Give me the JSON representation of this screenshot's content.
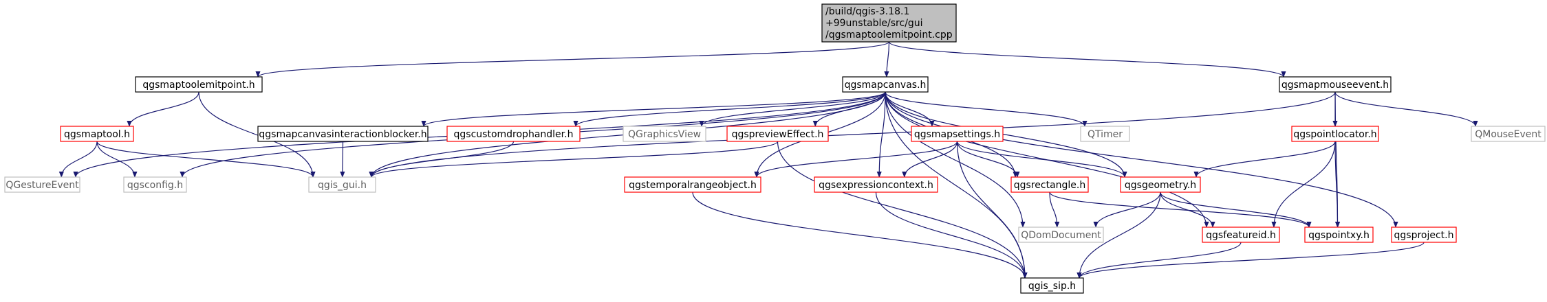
{
  "colors": {
    "edge": "#191970",
    "black_border": "#000000",
    "red_border": "#ff0000",
    "gray_border": "#bfbfbf",
    "root_fill": "#bfbfbf",
    "gray_text": "#606060",
    "text": "#000000"
  },
  "nodes": [
    {
      "id": "root",
      "lines": [
        "/build/qgis-3.18.1",
        "+99unstable/src/gui",
        "/qgsmaptoolemitpoint.cpp"
      ],
      "style": "root"
    },
    {
      "id": "qgsmaptoolemitpoint_h",
      "lines": [
        "qgsmaptoolemitpoint.h"
      ],
      "style": "black"
    },
    {
      "id": "qgsmapcanvas_h",
      "lines": [
        "qgsmapcanvas.h"
      ],
      "style": "black"
    },
    {
      "id": "qgsmapmouseevent_h",
      "lines": [
        "qgsmapmouseevent.h"
      ],
      "style": "black"
    },
    {
      "id": "qgsmaptool_h",
      "lines": [
        "qgsmaptool.h"
      ],
      "style": "red"
    },
    {
      "id": "qgsmapcanvasinteractionblocker_h",
      "lines": [
        "qgsmapcanvasinteractionblocker.h"
      ],
      "style": "black"
    },
    {
      "id": "qgscustomdrophandler_h",
      "lines": [
        "qgscustomdrophandler.h"
      ],
      "style": "red"
    },
    {
      "id": "QGraphicsView",
      "lines": [
        "QGraphicsView"
      ],
      "style": "gray"
    },
    {
      "id": "qgspreviewEffect_h",
      "lines": [
        "qgspreviewEffect.h"
      ],
      "style": "red"
    },
    {
      "id": "qgsmapsettings_h",
      "lines": [
        "qgsmapsettings.h"
      ],
      "style": "red"
    },
    {
      "id": "QTimer",
      "lines": [
        "QTimer"
      ],
      "style": "gray"
    },
    {
      "id": "qgspointlocator_h",
      "lines": [
        "qgspointlocator.h"
      ],
      "style": "red"
    },
    {
      "id": "QMouseEvent",
      "lines": [
        "QMouseEvent"
      ],
      "style": "gray"
    },
    {
      "id": "QGestureEvent",
      "lines": [
        "QGestureEvent"
      ],
      "style": "gray"
    },
    {
      "id": "qgsconfig_h",
      "lines": [
        "qgsconfig.h"
      ],
      "style": "gray"
    },
    {
      "id": "qgis_gui_h",
      "lines": [
        "qgis_gui.h"
      ],
      "style": "gray"
    },
    {
      "id": "qgstemporalrangeobject_h",
      "lines": [
        "qgstemporalrangeobject.h"
      ],
      "style": "red"
    },
    {
      "id": "qgsexpressioncontext_h",
      "lines": [
        "qgsexpressioncontext.h"
      ],
      "style": "red"
    },
    {
      "id": "qgsrectangle_h",
      "lines": [
        "qgsrectangle.h"
      ],
      "style": "red"
    },
    {
      "id": "qgsgeometry_h",
      "lines": [
        "qgsgeometry.h"
      ],
      "style": "red"
    },
    {
      "id": "QDomDocument",
      "lines": [
        "QDomDocument"
      ],
      "style": "gray"
    },
    {
      "id": "qgsfeatureid_h",
      "lines": [
        "qgsfeatureid.h"
      ],
      "style": "red"
    },
    {
      "id": "qgspointxy_h",
      "lines": [
        "qgspointxy.h"
      ],
      "style": "red"
    },
    {
      "id": "qgsproject_h",
      "lines": [
        "qgsproject.h"
      ],
      "style": "red"
    },
    {
      "id": "qgis_sip_h",
      "lines": [
        "qgis_sip.h"
      ],
      "style": "black"
    }
  ],
  "edges": [
    [
      "root",
      "qgsmaptoolemitpoint_h"
    ],
    [
      "root",
      "qgsmapcanvas_h"
    ],
    [
      "root",
      "qgsmapmouseevent_h"
    ],
    [
      "qgsmaptoolemitpoint_h",
      "qgsmaptool_h"
    ],
    [
      "qgsmaptoolemitpoint_h",
      "qgis_gui_h"
    ],
    [
      "qgsmaptool_h",
      "QGestureEvent"
    ],
    [
      "qgsmaptool_h",
      "qgsconfig_h"
    ],
    [
      "qgsmaptool_h",
      "qgis_gui_h"
    ],
    [
      "qgsmapcanvas_h",
      "QGestureEvent"
    ],
    [
      "qgsmapcanvas_h",
      "qgsconfig_h"
    ],
    [
      "qgsmapcanvas_h",
      "qgis_gui_h"
    ],
    [
      "qgsmapcanvas_h",
      "qgsmapcanvasinteractionblocker_h"
    ],
    [
      "qgsmapcanvas_h",
      "qgscustomdrophandler_h"
    ],
    [
      "qgsmapcanvas_h",
      "QGraphicsView"
    ],
    [
      "qgsmapcanvas_h",
      "qgspreviewEffect_h"
    ],
    [
      "qgsmapcanvas_h",
      "qgsmapsettings_h"
    ],
    [
      "qgsmapcanvas_h",
      "QTimer"
    ],
    [
      "qgsmapcanvas_h",
      "qgstemporalrangeobject_h"
    ],
    [
      "qgsmapcanvas_h",
      "qgsexpressioncontext_h"
    ],
    [
      "qgsmapcanvas_h",
      "qgsrectangle_h"
    ],
    [
      "qgsmapcanvas_h",
      "qgsgeometry_h"
    ],
    [
      "qgsmapcanvas_h",
      "QDomDocument"
    ],
    [
      "qgsmapcanvas_h",
      "qgsfeatureid_h"
    ],
    [
      "qgsmapcanvas_h",
      "qgis_sip_h"
    ],
    [
      "qgsmapcanvas_h",
      "qgsproject_h"
    ],
    [
      "qgsmapcanvasinteractionblocker_h",
      "qgis_gui_h"
    ],
    [
      "qgscustomdrophandler_h",
      "qgis_gui_h"
    ],
    [
      "qgspreviewEffect_h",
      "qgis_gui_h"
    ],
    [
      "qgspreviewEffect_h",
      "qgis_sip_h"
    ],
    [
      "qgsmapsettings_h",
      "qgstemporalrangeobject_h"
    ],
    [
      "qgsmapsettings_h",
      "qgsexpressioncontext_h"
    ],
    [
      "qgsmapsettings_h",
      "qgsrectangle_h"
    ],
    [
      "qgsmapsettings_h",
      "qgsgeometry_h"
    ],
    [
      "qgsmapsettings_h",
      "qgis_sip_h"
    ],
    [
      "qgstemporalrangeobject_h",
      "qgis_sip_h"
    ],
    [
      "qgsexpressioncontext_h",
      "qgis_sip_h"
    ],
    [
      "qgsrectangle_h",
      "QDomDocument"
    ],
    [
      "qgsrectangle_h",
      "qgspointxy_h"
    ],
    [
      "qgsgeometry_h",
      "QDomDocument"
    ],
    [
      "qgsgeometry_h",
      "qgsfeatureid_h"
    ],
    [
      "qgsgeometry_h",
      "qgspointxy_h"
    ],
    [
      "qgsgeometry_h",
      "qgis_sip_h"
    ],
    [
      "qgsfeatureid_h",
      "qgis_sip_h"
    ],
    [
      "qgsproject_h",
      "qgis_sip_h"
    ],
    [
      "qgsmapmouseevent_h",
      "qgis_gui_h"
    ],
    [
      "qgsmapmouseevent_h",
      "qgspointlocator_h"
    ],
    [
      "qgsmapmouseevent_h",
      "qgspointxy_h"
    ],
    [
      "qgsmapmouseevent_h",
      "QMouseEvent"
    ],
    [
      "qgspointlocator_h",
      "qgsgeometry_h"
    ],
    [
      "qgspointlocator_h",
      "qgsfeatureid_h"
    ],
    [
      "qgspointlocator_h",
      "qgspointxy_h"
    ]
  ]
}
